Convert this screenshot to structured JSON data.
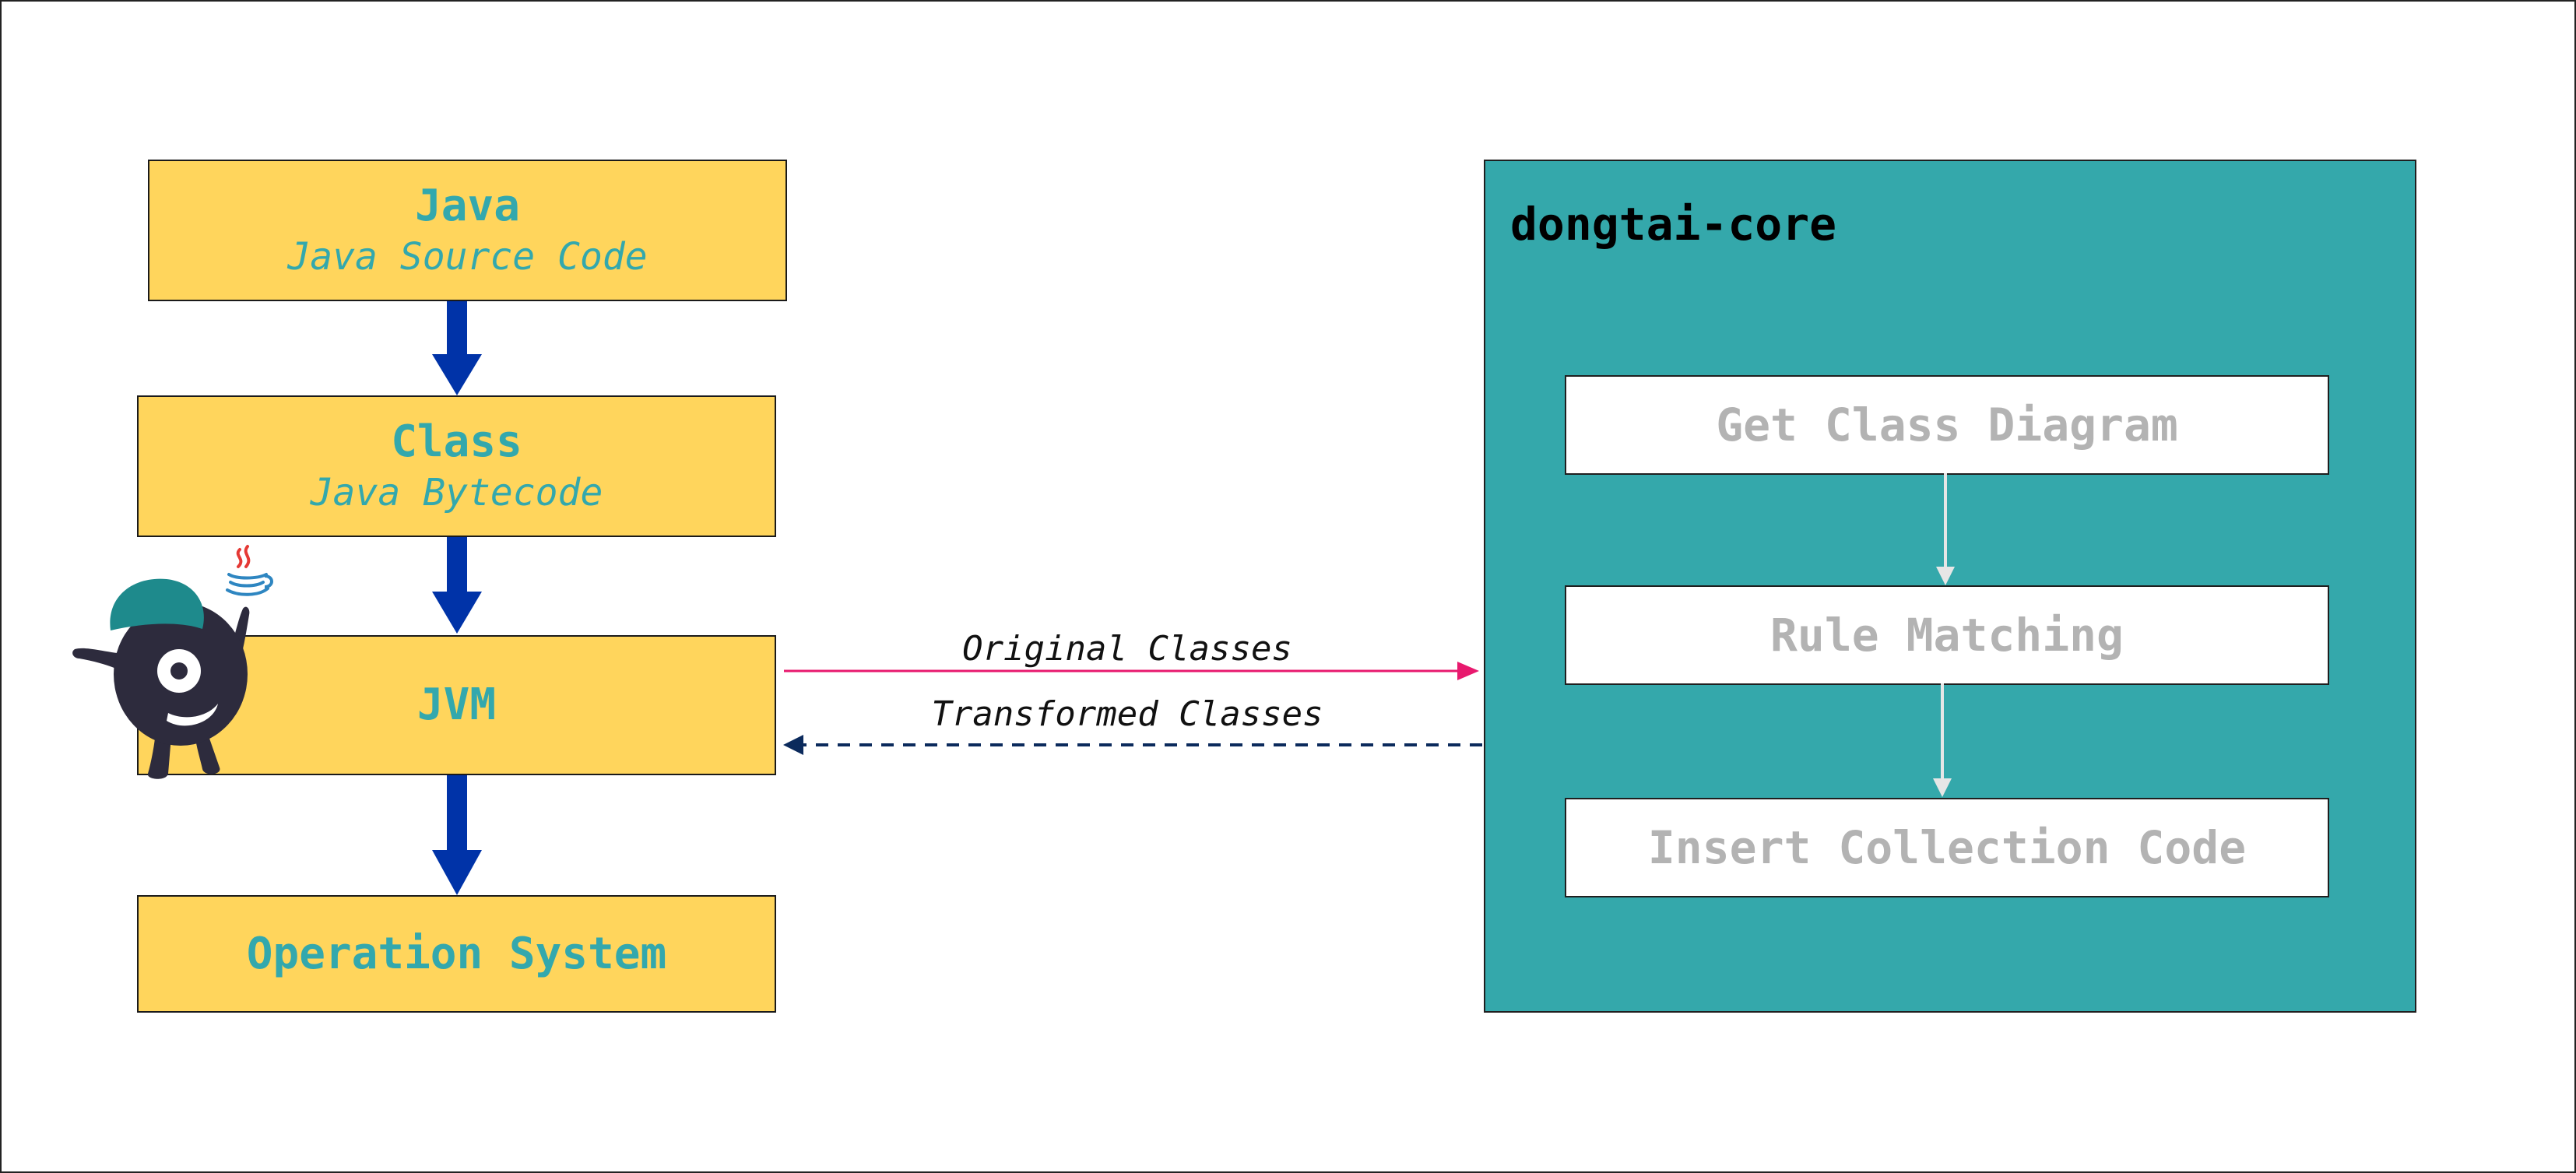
{
  "pipeline": {
    "java": {
      "title": "Java",
      "subtitle": "Java Source Code"
    },
    "class": {
      "title": "Class",
      "subtitle": "Java Bytecode"
    },
    "jvm": {
      "title": "JVM"
    },
    "os": {
      "title": "Operation System"
    }
  },
  "core": {
    "title": "dongtai-core",
    "steps": [
      "Get Class Diagram",
      "Rule Matching",
      "Insert Collection Code"
    ]
  },
  "links": {
    "original": "Original Classes",
    "transformed": "Transformed Classes"
  },
  "colors": {
    "box_fill": "#FFD55C",
    "box_text": "#33A8AD",
    "core_fill": "#34A8AB",
    "step_text": "#B3B3B3",
    "pipeline_arrow": "#0033A8",
    "original_arrow": "#E8196E",
    "transformed_arrow": "#0B2A5C"
  },
  "icons": {
    "mascot": "dongtai-mascot-icon",
    "java_logo": "java-coffee-cup-icon"
  }
}
